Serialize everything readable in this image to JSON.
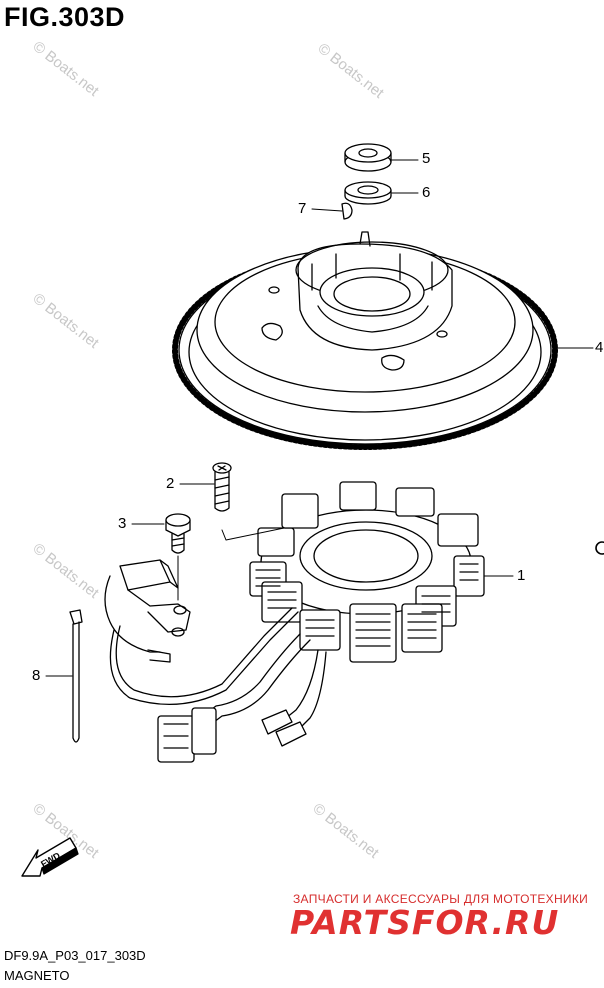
{
  "figure": {
    "title": "FIG.303D",
    "code": "DF9.9A_P03_017_303D",
    "caption": "MAGNETO"
  },
  "callouts": [
    "5",
    "6",
    "7",
    "4",
    "2",
    "3",
    "1",
    "8"
  ],
  "arrow_label": "FWD",
  "watermark": "© Boats.net",
  "banner": {
    "text": "ЗАПЧАСТИ И АКСЕССУАРЫ ДЛЯ МОТОТЕХНИКИ",
    "logo": "PARTSFOR.RU"
  },
  "colors": {
    "line": "#000000",
    "watermark": "#c7c7c7",
    "brand": "#e03131"
  }
}
